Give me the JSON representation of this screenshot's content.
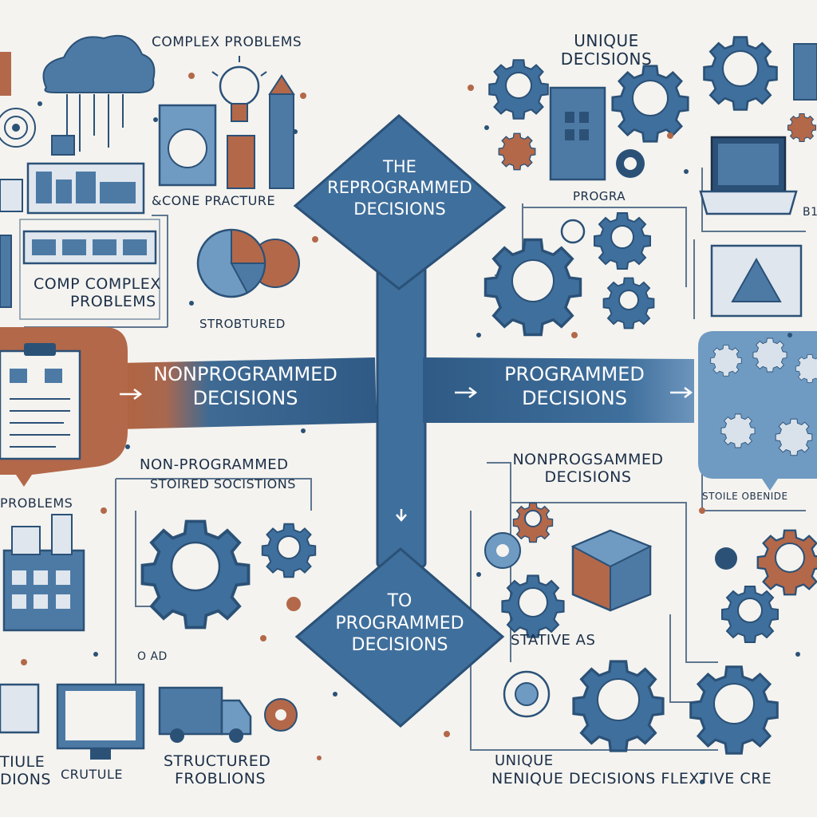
{
  "colors": {
    "accent_blue": "#3f6f9c",
    "dark_blue": "#2b5177",
    "rust": "#b2643f",
    "cream": "#f4f3ef",
    "ink": "#1c2f48"
  },
  "center": {
    "top_diamond": {
      "line1": "THE",
      "line2": "REPROGRAMMED",
      "line3": "DECISIONS"
    },
    "bottom_diamond": {
      "line1": "TO",
      "line2": "PROGRAMMED",
      "line3": "DECISIONS"
    },
    "left_banner": {
      "line1": "NONPROGRAMMED",
      "line2": "DECISIONS"
    },
    "right_banner": {
      "line1": "PROGRAMMED",
      "line2": "DECISIONS"
    }
  },
  "top_left": {
    "complex_problems": "COMPLEX PROBLEMS",
    "cone_practure": "&CONE PRACTURE",
    "comp_complex_1": "COMP COMPLEX",
    "comp_complex_2": "PROBLEMS",
    "strobtured": "STROBTURED"
  },
  "bottom_left": {
    "problems": "PROBLEMS",
    "non_programmed": "NON-PROGRAMMED",
    "stoired": "STOIRED SOCISTIONS",
    "ule_1": "TIULE",
    "ule_2": "DIONS",
    "crutule": "CRUTULE",
    "structured_1": "STRUCTURED",
    "structured_2": "FROBLIONS",
    "oad": "O AD"
  },
  "top_right": {
    "unique_1": "UNIQUE",
    "unique_2": "DECISIONS",
    "progra": "PROGRA",
    "fragment": "B1"
  },
  "bottom_right": {
    "nonprog_1": "NONPROGSAMMED",
    "nonprog_2": "DECISIONS",
    "stoile": "STOILE OBENIDE",
    "stative": "STATIVE  AS",
    "unique_a": "UNIQUE",
    "unique_b": "NENIQUE  DECISIONS  FLEXTIVE  CRE"
  },
  "icons": [
    "cloud-icon",
    "lightbulb-icon",
    "pie-chart-icon",
    "clipboard-icon",
    "factory-icon",
    "gear-icon",
    "monitor-icon",
    "truck-icon",
    "book-icon",
    "laptop-icon",
    "warning-triangle-icon",
    "cube-icon",
    "arrow-right-icon",
    "arrow-down-icon"
  ]
}
